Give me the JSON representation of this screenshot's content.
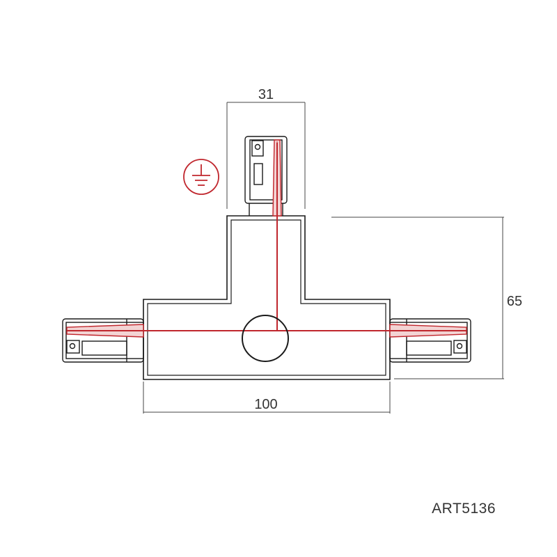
{
  "dimensions": {
    "top_width": "31",
    "height": "65",
    "width": "100"
  },
  "article_code": "ART5136",
  "colors": {
    "line": "#1a1a1a",
    "wire": "#c0262d",
    "dimension": "#444444",
    "text": "#333333"
  },
  "symbols": {
    "ground": "earth-ground-icon"
  }
}
